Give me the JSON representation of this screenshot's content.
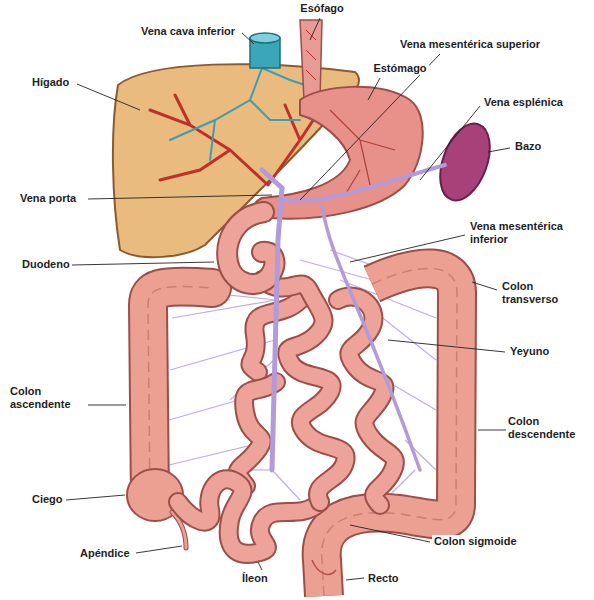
{
  "diagram": {
    "labels": [
      "Esófago",
      "Vena cava inferior",
      "Vena mesentérica superior",
      "Estómago",
      "Hígado",
      "Vena esplénica",
      "Bazo",
      "Vena porta",
      "Vena mesentérica inferior",
      "Duodeno",
      "Colon transverso",
      "Yeyuno",
      "Colon ascendente",
      "Colon descendente",
      "Ciego",
      "Colon sigmoide",
      "Apéndice",
      "Íleon",
      "Recto"
    ]
  }
}
